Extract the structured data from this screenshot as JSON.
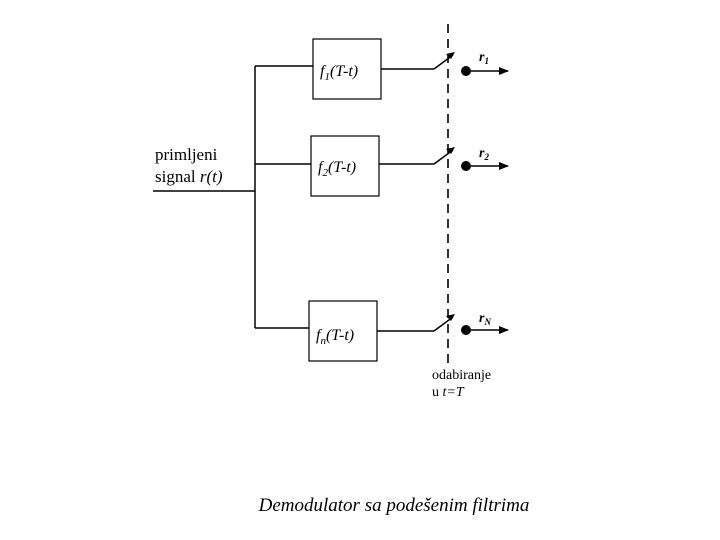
{
  "diagram": {
    "input": {
      "line1": "primljeni",
      "line2_prefix": "signal ",
      "line2_signal": "r(t)"
    },
    "filters": [
      {
        "base": "f",
        "sub": "1",
        "arg": "(T-t)"
      },
      {
        "base": "f",
        "sub": "2",
        "arg": "(T-t)"
      },
      {
        "base": "f",
        "sub": "n",
        "arg": "(T-t)"
      }
    ],
    "outputs": [
      {
        "base": "r",
        "sub": "1"
      },
      {
        "base": "r",
        "sub": "2"
      },
      {
        "base": "r",
        "sub": "N"
      }
    ],
    "sampling": {
      "line1": "odabiranje",
      "line2_prefix": "u ",
      "line2_expr": "t=T"
    }
  },
  "caption": "Demodulator sa podešenim filtrima"
}
